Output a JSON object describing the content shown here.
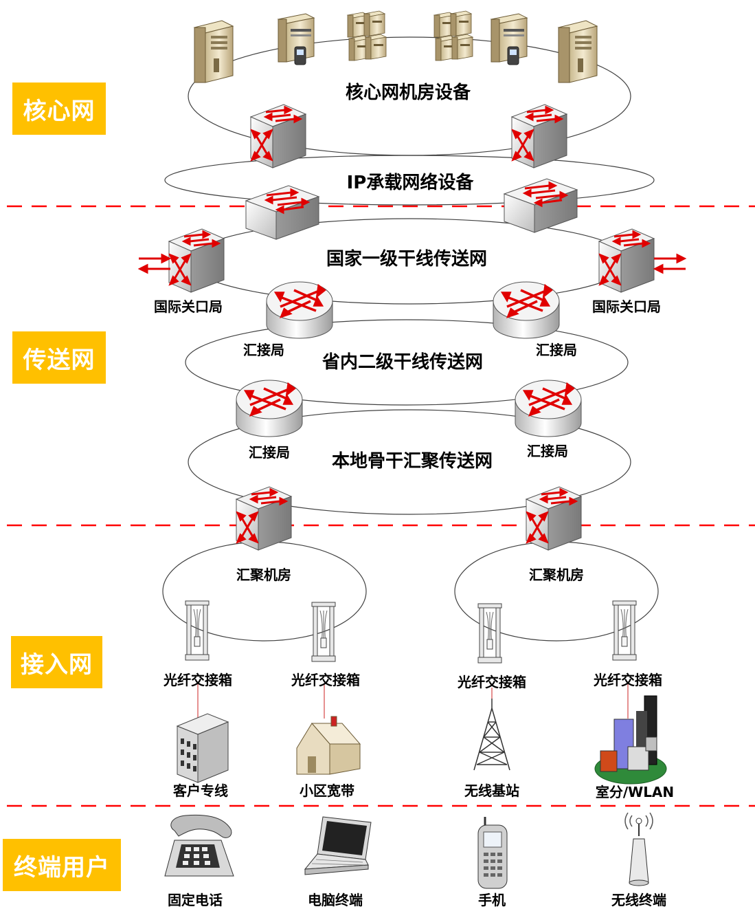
{
  "layers": {
    "core": "核心网",
    "transport": "传送网",
    "access": "接入网",
    "terminal": "终端用户"
  },
  "rings": {
    "core_room": "核心网机房设备",
    "ip_bearer": "IP承载网络设备",
    "national": "国家一级干线传送网",
    "provincial": "省内二级干线传送网",
    "local": "本地骨干汇聚传送网"
  },
  "nodes": {
    "intl_gateway_left": "国际关口局",
    "intl_gateway_right": "国际关口局",
    "tandem_1": "汇接局",
    "tandem_2": "汇接局",
    "tandem_3": "汇接局",
    "tandem_4": "汇接局",
    "agg_room_left": "汇聚机房",
    "agg_room_right": "汇聚机房",
    "fiber_box_1": "光纤交接箱",
    "fiber_box_2": "光纤交接箱",
    "fiber_box_3": "光纤交接箱",
    "fiber_box_4": "光纤交接箱"
  },
  "access_types": {
    "enterprise_line": "客户专线",
    "community_broadband": "小区宽带",
    "wireless_bs": "无线基站",
    "indoor_wlan": "室分/WLAN"
  },
  "terminals": {
    "fixed_phone": "固定电话",
    "pc": "电脑终端",
    "mobile": "手机",
    "wireless_terminal": "无线终端"
  },
  "colors": {
    "layer_box": "#FFC000",
    "divider": "#FF0000",
    "device_arrow": "#E00000",
    "ring": "#404040"
  }
}
